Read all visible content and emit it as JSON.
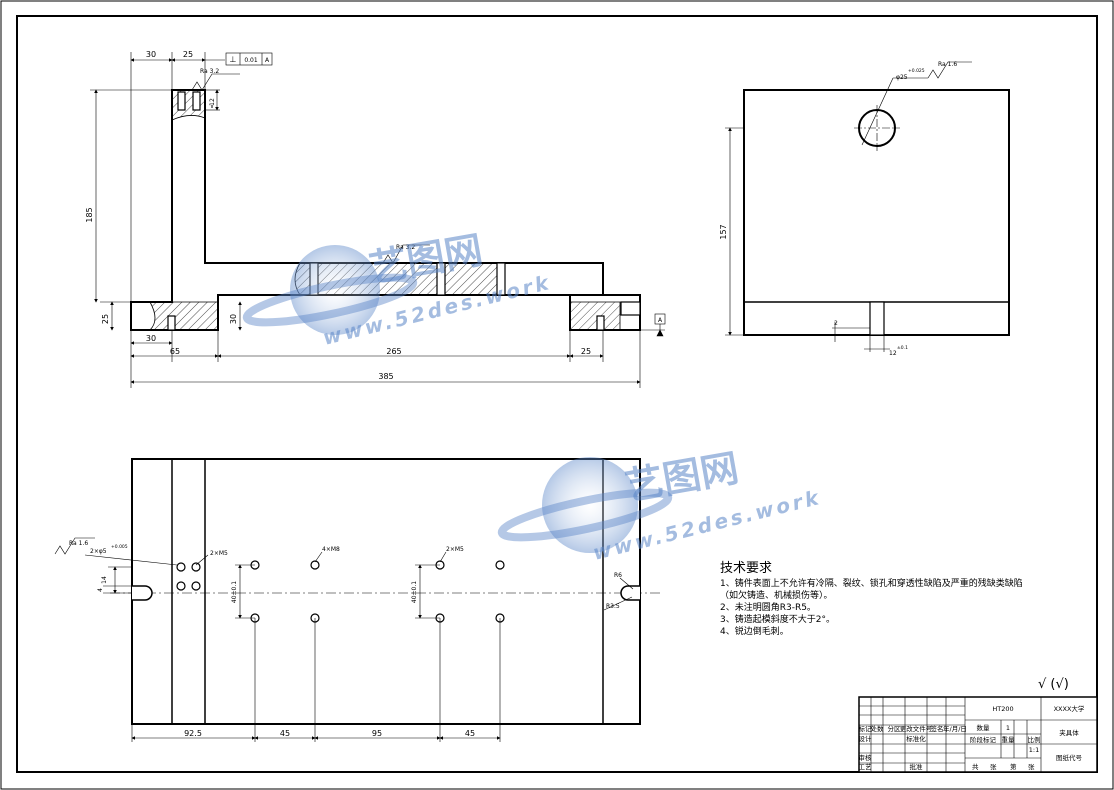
{
  "dims": {
    "top_30": "30",
    "top_25": "25",
    "tol_frame": "0.01",
    "datum_ref": "A",
    "ra32_top": "Ra 3.2",
    "ra32_mid": "Ra 3.2",
    "dim_12": "12",
    "dim_185": "185",
    "dim_25_left": "25",
    "dim_30_block": "30",
    "bot_30": "30",
    "bot_65": "65",
    "bot_265": "265",
    "bot_25": "25",
    "bot_385": "385",
    "datum_A": "A",
    "rv_phi25": "φ25",
    "rv_phi25_tol": "+0.025",
    "rv_ra16": "Ra 1.6",
    "rv_157": "157",
    "rv_2": "2",
    "rv_12": "12",
    "rv_12_tol": "±0.1",
    "pv_ra16": "Ra 1.6",
    "pv_2phi5": "2×φ5",
    "pv_2phi5_tol": "+0.005",
    "pv_2m5_a": "2×M5",
    "pv_4m8": "4×M8",
    "pv_2m5_b": "2×M5",
    "pv_14": "14",
    "pv_4": "4",
    "pv_40a": "40±0.1",
    "pv_40b": "40±0.1",
    "pv_r6": "R6",
    "pv_r35": "R3.5",
    "pv_925": "92.5",
    "pv_45a": "45",
    "pv_95": "95",
    "pv_45b": "45"
  },
  "notes": {
    "title": "技术要求",
    "l1": "1、铸件表面上不允许有冷隔、裂纹、锁孔和穿透性缺陷及严重的残缺类缺陷",
    "l2": "（如欠铸造、机械损伤等）。",
    "l3": "2、未注明圆角R3-R5。",
    "l4": "3、铸造起模斜度不大于2°。",
    "l5": "4、锐边倒毛刺。"
  },
  "roughness_symbol": "√ (√)",
  "title_block": {
    "material": "HT200",
    "school": "XXXX大学",
    "part_name": "夹具体",
    "drawing_code": "图纸代号",
    "qty_label": "数量",
    "qty": "1",
    "weight_label": "重量",
    "scale_label": "比例",
    "scale": "1:1",
    "mark_label": "标记",
    "count_label": "处数",
    "zone_label": "分区",
    "change_label": "更改文件号",
    "sign_label": "签名",
    "date_label": "年/月/日",
    "design_label": "设计",
    "std_label": "标准化",
    "review_label": "审核",
    "process_label": "工艺",
    "approve_label": "批准",
    "stage_label": "阶段标记",
    "sheet_total": "共",
    "sheet_word": "张",
    "sheet_no": "第",
    "sheet_word2": "张"
  },
  "watermark": {
    "cn": "艺图网",
    "url": "www.52des.work"
  }
}
